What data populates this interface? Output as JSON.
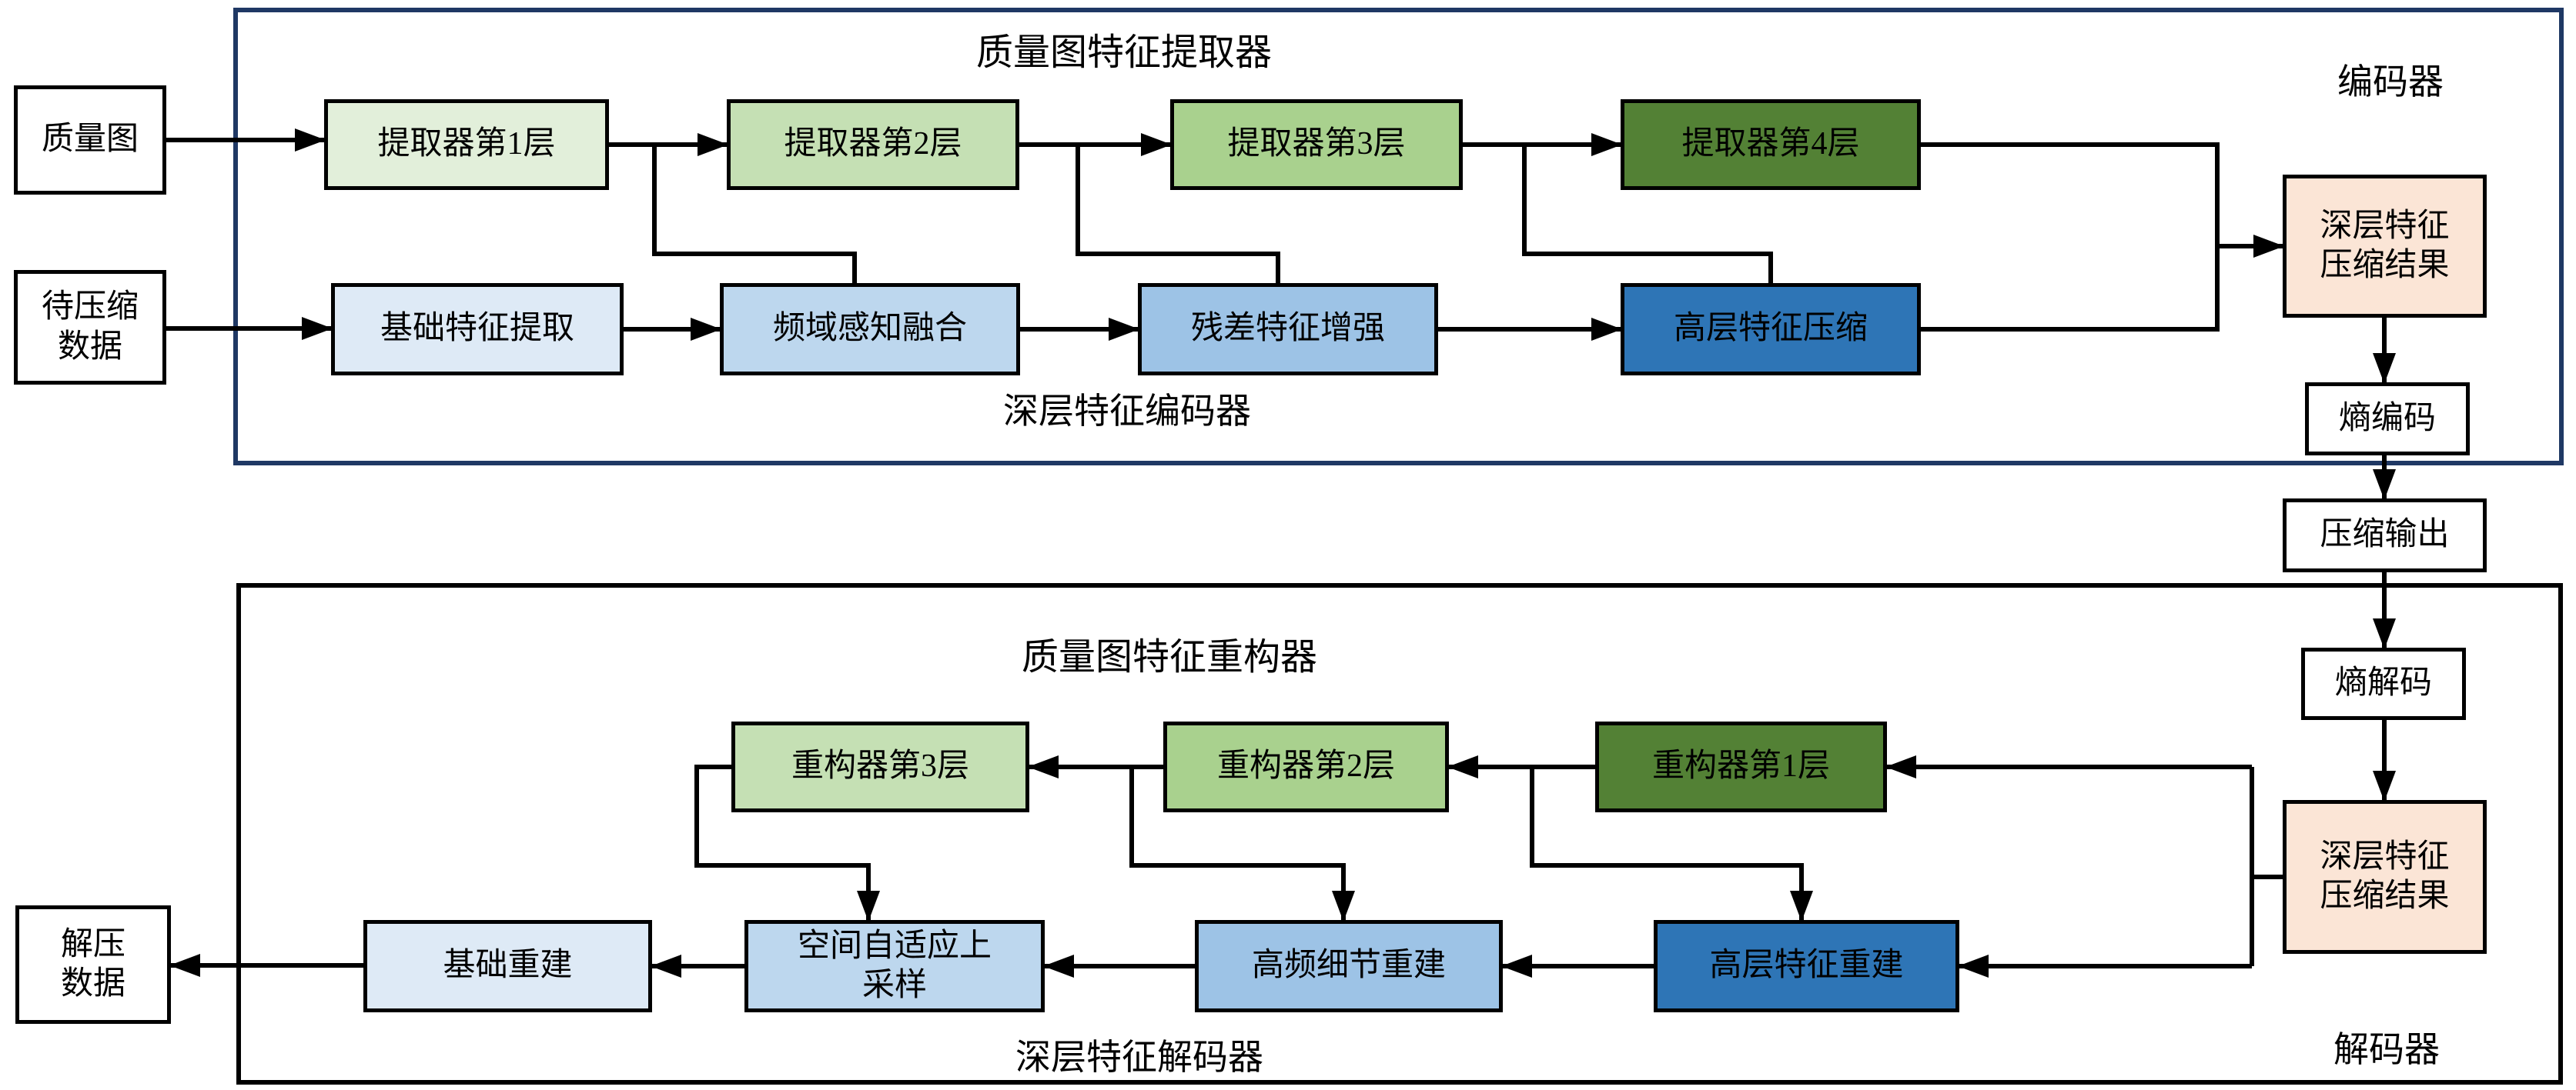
{
  "encoder": {
    "title": "质量图特征提取器",
    "region_label": "编码器",
    "sub_label": "深层特征编码器",
    "input_quality_map": "质量图",
    "input_data": "待压缩\n数据",
    "layers": [
      "提取器第1层",
      "提取器第2层",
      "提取器第3层",
      "提取器第4层"
    ],
    "chain": [
      "基础特征提取",
      "频域感知融合",
      "残差特征增强",
      "高层特征压缩"
    ],
    "result": "深层特征\n压缩结果",
    "entropy": "熵编码"
  },
  "bridge": {
    "compressed_output": "压缩输出",
    "entropy_decode": "熵解码"
  },
  "decoder": {
    "title": "质量图特征重构器",
    "region_label": "解码器",
    "sub_label": "深层特征解码器",
    "result": "深层特征\n压缩结果",
    "layers": [
      "重构器第3层",
      "重构器第2层",
      "重构器第1层"
    ],
    "chain": [
      "基础重建",
      "空间自适应上\n采样",
      "高频细节重建",
      "高层特征重建"
    ],
    "output": "解压\n数据"
  },
  "colors": {
    "green_light": "#E2EFDA",
    "green_mid_light": "#C5E0B4",
    "green_mid": "#A9D18E",
    "green_dark": "#538135",
    "blue_light": "#DEEAF6",
    "blue_mid_light": "#BDD7EE",
    "blue_mid": "#9DC3E6",
    "blue_dark": "#2E75B6",
    "result_fill": "#FBE5D6",
    "encoder_frame": "#1F3864",
    "decoder_frame": "#000000",
    "wire": "#000000"
  }
}
